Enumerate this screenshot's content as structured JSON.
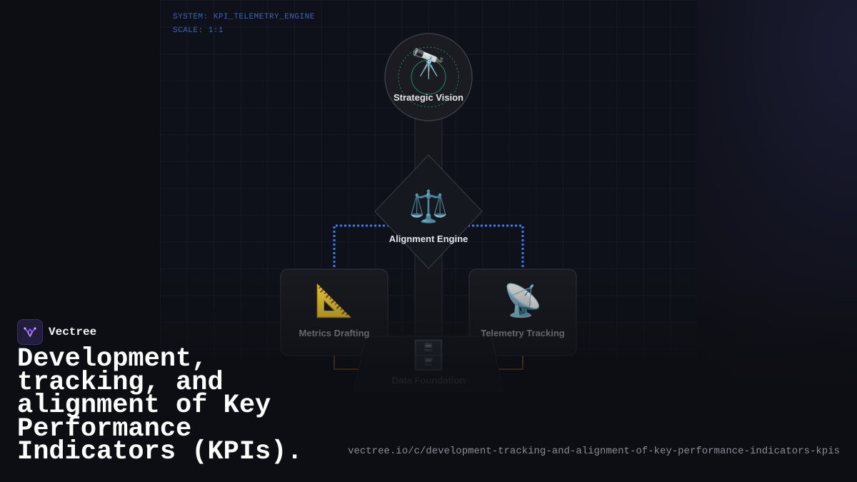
{
  "system": {
    "line1": "SYSTEM: KPI_TELEMETRY_ENGINE",
    "line2": "SCALE: 1:1"
  },
  "nodes": {
    "vision": {
      "label": "Strategic Vision",
      "icon": "telescope-icon",
      "glyph": "🔭"
    },
    "alignment": {
      "label": "Alignment Engine",
      "icon": "balance-scale-icon",
      "glyph": "⚖️"
    },
    "metrics": {
      "label": "Metrics Drafting",
      "icon": "triangular-ruler-icon",
      "glyph": "📐"
    },
    "telemetry": {
      "label": "Telemetry Tracking",
      "icon": "satellite-dish-icon",
      "glyph": "📡"
    },
    "data": {
      "label": "Data Foundation",
      "icon": "file-cabinet-icon",
      "glyph": "🗄️"
    }
  },
  "colors": {
    "accent_blue": "#3b7bf0",
    "accent_orange": "#b8722a",
    "brand_purple": "#8f5cf0"
  },
  "brand": {
    "name": "Vectree",
    "icon": "vectree-logo-icon"
  },
  "headline": "Development, tracking, and alignment of Key Performance Indicators (KPIs).",
  "url": "vectree.io/c/development-tracking-and-alignment-of-key-performance-indicators-kpis"
}
